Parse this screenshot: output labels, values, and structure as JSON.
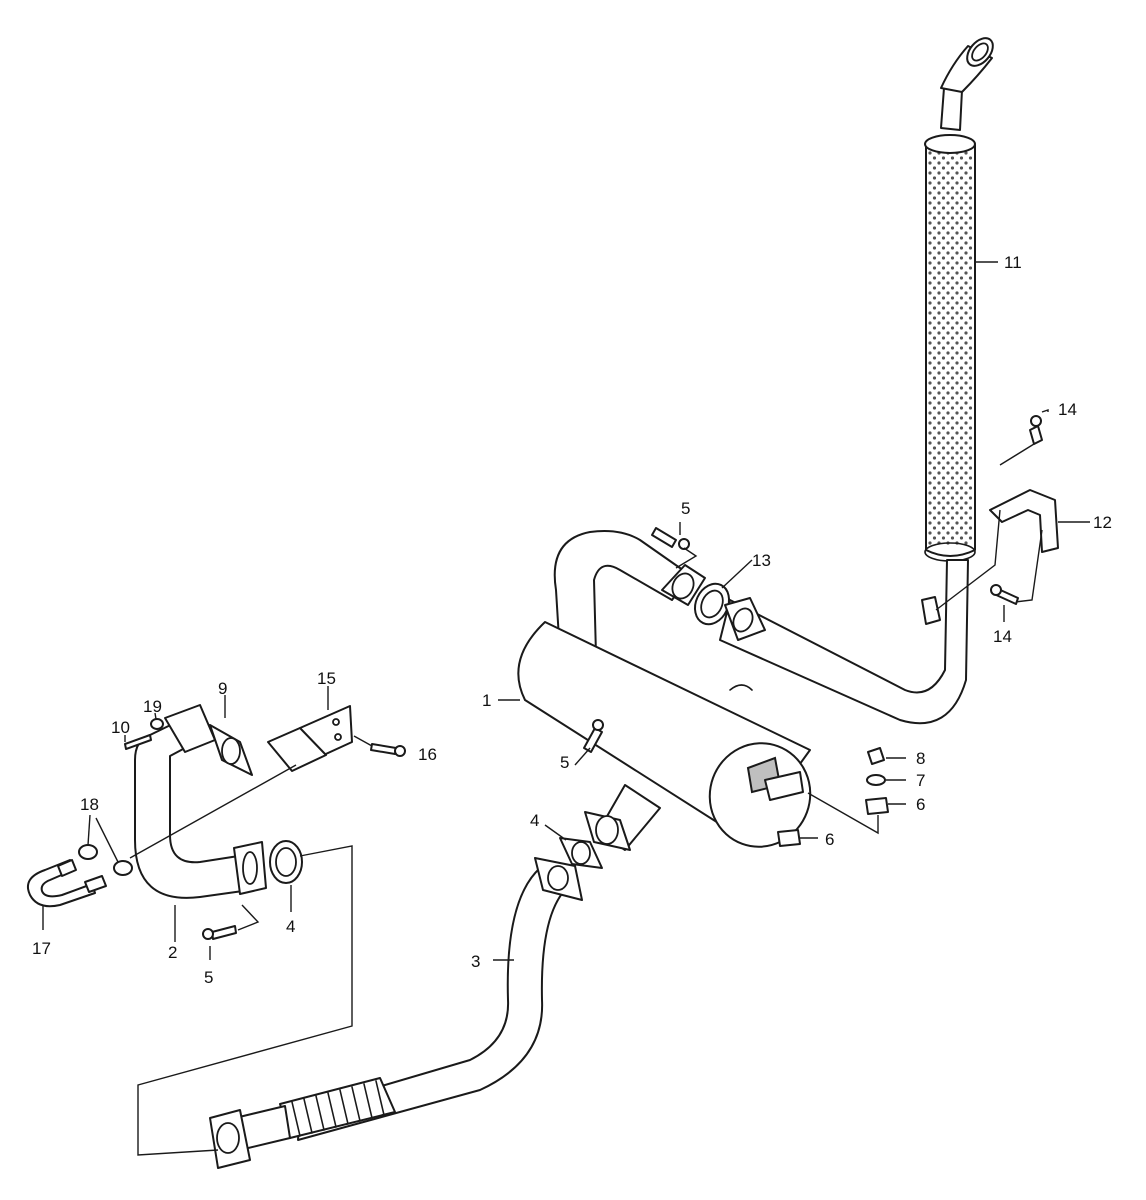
{
  "callouts": {
    "c1": "1",
    "c2": "2",
    "c3": "3",
    "c4a": "4",
    "c4b": "4",
    "c5a": "5",
    "c5b": "5",
    "c5c": "5",
    "c6a": "6",
    "c6b": "6",
    "c7": "7",
    "c8": "8",
    "c9": "9",
    "c10": "10",
    "c11": "11",
    "c12": "12",
    "c13": "13",
    "c14a": "14",
    "c14b": "14",
    "c15": "15",
    "c16": "16",
    "c17": "17",
    "c18": "18",
    "c19": "19"
  }
}
